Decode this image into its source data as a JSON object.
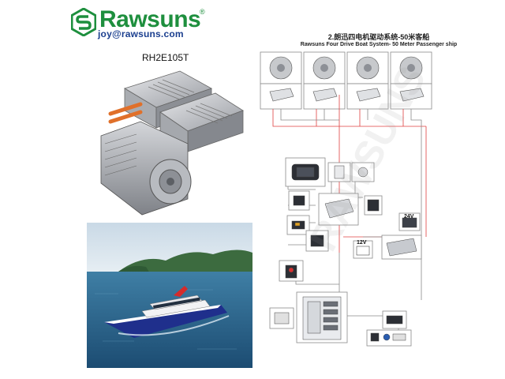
{
  "brand": {
    "name": "Rawsuns",
    "registered_mark": "®",
    "email": "joy@rawsuns.com",
    "brand_color": "#1e8f3e",
    "email_color": "#1b3f8f"
  },
  "product": {
    "model": "RH2E105T"
  },
  "diagram": {
    "title": "2.朗迅四电机驱动系统-50米客船",
    "subtitle": "Rawsuns Four Drive Boat System- 50 Meter Passenger ship",
    "voltage_24": "24V",
    "voltage_12": "12V",
    "wire_colors": {
      "red": "#e04040",
      "gray": "#8a8a8a"
    }
  },
  "watermark": "RAWSUNS"
}
